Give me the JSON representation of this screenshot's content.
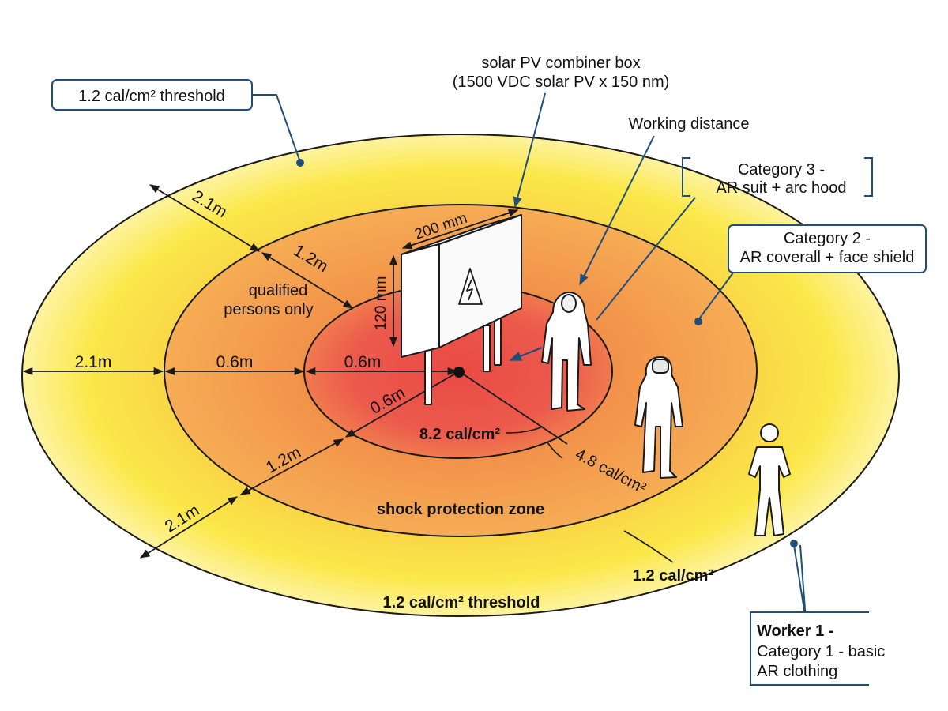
{
  "header": {
    "box_title_line1": "solar PV combiner box",
    "box_title_line2": "(1500 VDC solar PV x 150 nm)",
    "working_distance": "Working distance"
  },
  "callouts": {
    "outer_threshold": "1.2 cal/cm² threshold",
    "cat3_line1": "Category 3 -",
    "cat3_line2": "AR suit + arc hood",
    "cat2_line1": "Category 2 -",
    "cat2_line2": "AR coverall + face shield",
    "worker_title": "Worker 1 -",
    "worker_line2": "Category 1 - basic",
    "worker_line3": "AR clothing"
  },
  "dimensions": {
    "box_width": "200 mm",
    "box_height": "120 mm",
    "d_outer_ul": "2.1m",
    "d_mid_ul": "1.2m",
    "d_left_outer": "2.1m",
    "d_left_mid": "0.6m",
    "d_left_inner": "0.6m",
    "d_inner_ll": "0.6m",
    "d_mid_ll": "1.2m",
    "d_outer_ll": "2.1m"
  },
  "zones": {
    "qualified_line1": "qualified",
    "qualified_line2": "persons only",
    "inner_energy": "8.2 cal/cm²",
    "mid_energy": "4.8 cal/cm²",
    "shock_zone": "shock protection zone",
    "outer_energy": "1.2 cal/cm²",
    "bottom_threshold": "1.2 cal/cm² threshold"
  },
  "colors": {
    "outline": "#1a1a1a",
    "callout_border": "#1f4e79",
    "zone_inner": "#ec5a4c",
    "zone_mid": "#f2a04c",
    "zone_outer": "#fbe84a"
  }
}
